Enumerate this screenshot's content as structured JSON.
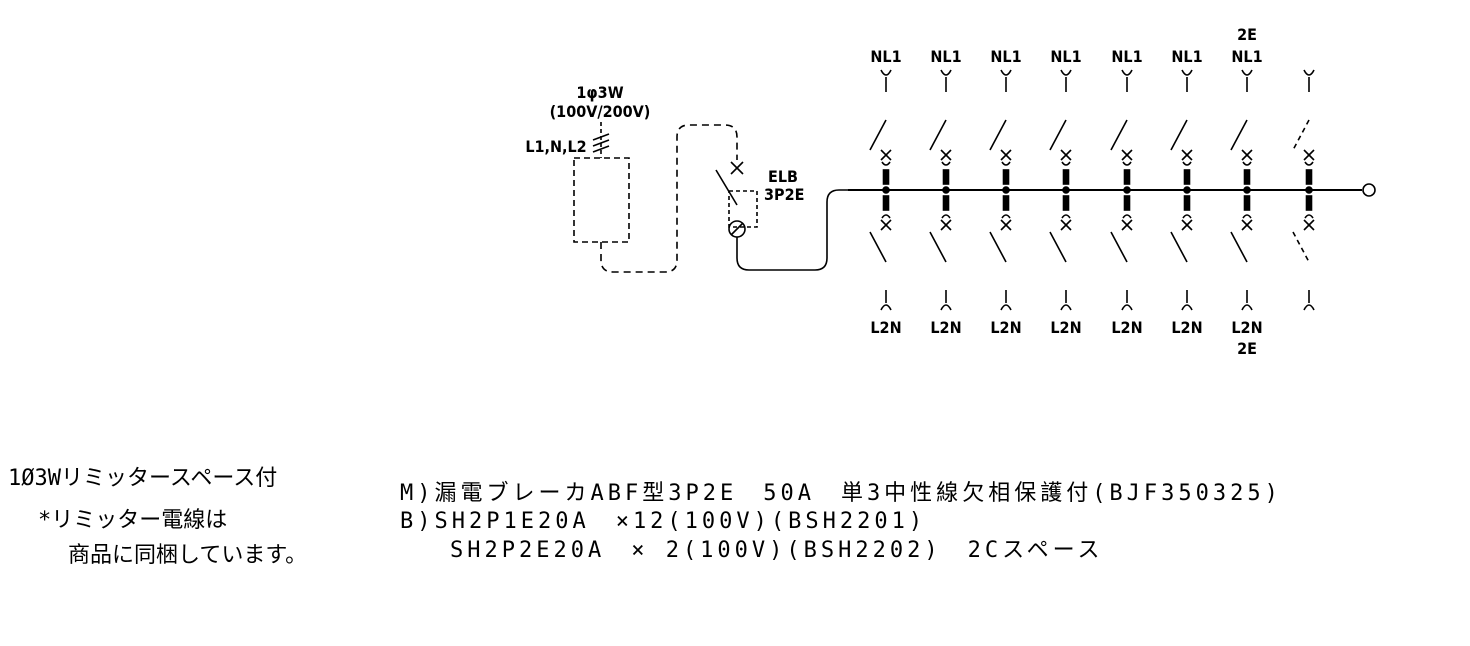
{
  "source": {
    "phase": "1φ3W",
    "voltage": "(100V/200V)",
    "conductors": "L1,N,L2"
  },
  "main_breaker": {
    "line1": "ELB",
    "line2": "3P2E"
  },
  "branches": [
    {
      "top": "NL1",
      "top_extra": "",
      "bottom": "L2N",
      "bottom_extra": "",
      "spare": false
    },
    {
      "top": "NL1",
      "top_extra": "",
      "bottom": "L2N",
      "bottom_extra": "",
      "spare": false
    },
    {
      "top": "NL1",
      "top_extra": "",
      "bottom": "L2N",
      "bottom_extra": "",
      "spare": false
    },
    {
      "top": "NL1",
      "top_extra": "",
      "bottom": "L2N",
      "bottom_extra": "",
      "spare": false
    },
    {
      "top": "NL1",
      "top_extra": "",
      "bottom": "L2N",
      "bottom_extra": "",
      "spare": false
    },
    {
      "top": "NL1",
      "top_extra": "",
      "bottom": "L2N",
      "bottom_extra": "",
      "spare": false
    },
    {
      "top": "NL1",
      "top_extra": "2E",
      "bottom": "L2N",
      "bottom_extra": "2E",
      "spare": false
    },
    {
      "top": "",
      "top_extra": "",
      "bottom": "",
      "bottom_extra": "",
      "spare": true
    }
  ],
  "notes": {
    "limiter_line1": "1Ø3Wリミッタースペース付",
    "limiter_line2": "*リミッター電線は",
    "limiter_line3": "商品に同梱しています。"
  },
  "specs": {
    "line_m": "M)漏電ブレーカABF型3P2E　50A　単3中性線欠相保護付(BJF350325)",
    "line_b1": "B)SH2P1E20A　×12(100V)(BSH2201)",
    "line_b2": "SH2P2E20A　× 2(100V)(BSH2202)　2Cスペース"
  }
}
